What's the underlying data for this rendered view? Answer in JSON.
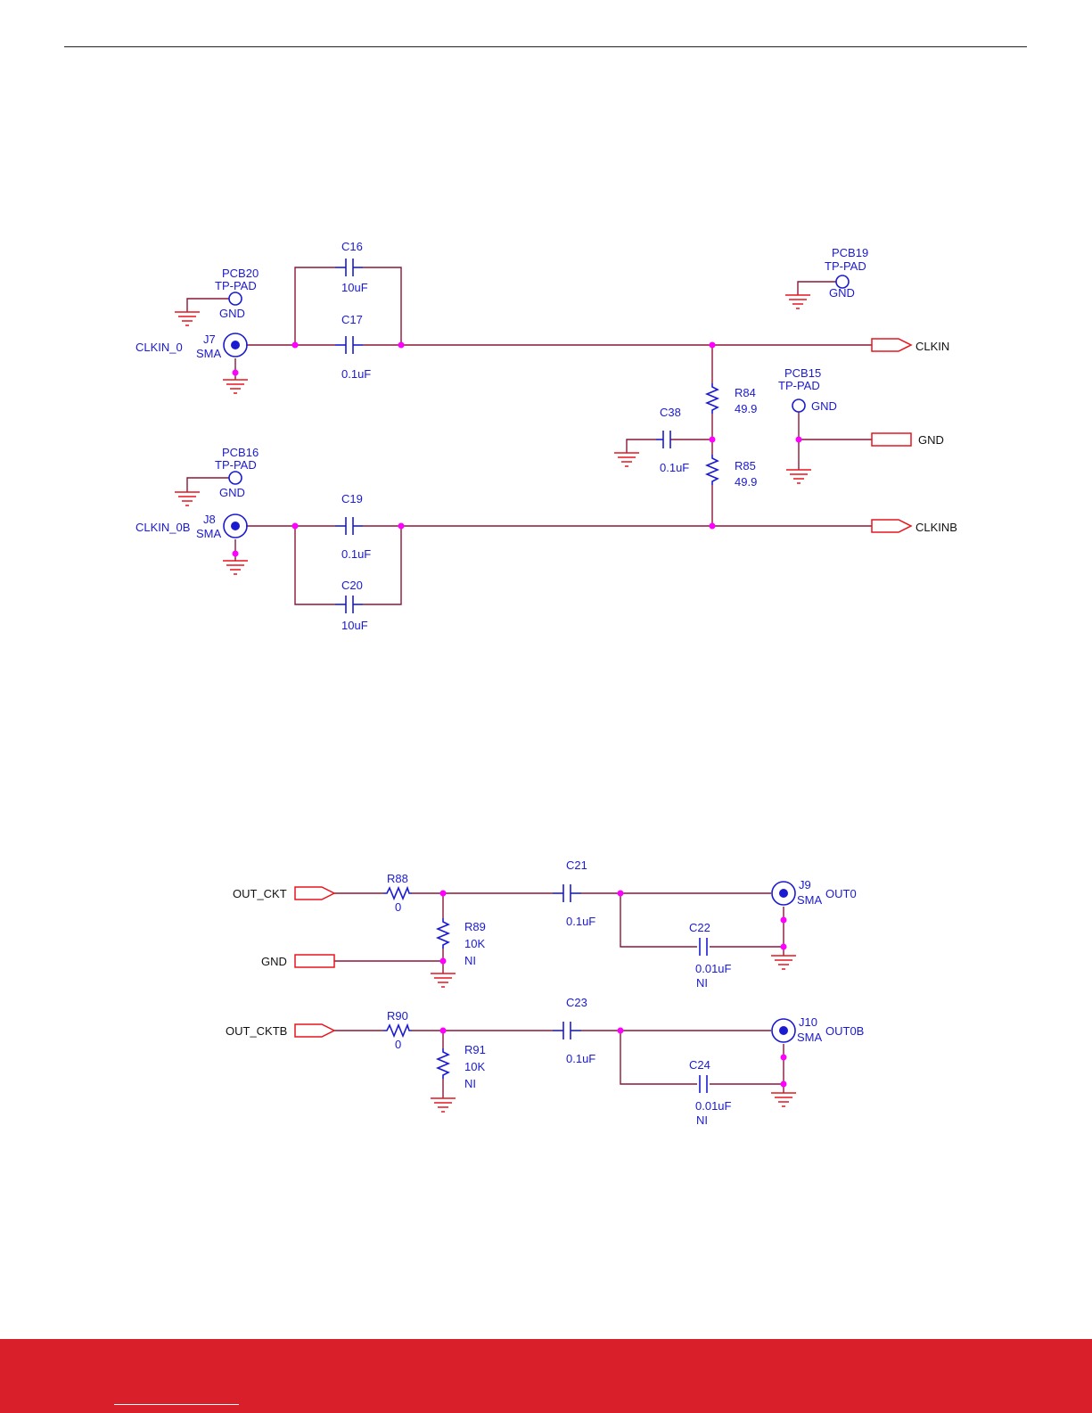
{
  "labels": {
    "c16": "C16",
    "c16v": "10uF",
    "c17": "C17",
    "c17v": "0.1uF",
    "c19": "C19",
    "c19v": "0.1uF",
    "c20": "C20",
    "c20v": "10uF",
    "c38": "C38",
    "c38v": "0.1uF",
    "r84": "R84",
    "r84v": "49.9",
    "r85": "R85",
    "r85v": "49.9",
    "pcb20": "PCB20",
    "pcb20t": "TP-PAD",
    "pcb20g": "GND",
    "pcb16": "PCB16",
    "pcb16t": "TP-PAD",
    "pcb16g": "GND",
    "pcb19": "PCB19",
    "pcb19t": "TP-PAD",
    "pcb19g": "GND",
    "pcb15": "PCB15",
    "pcb15t": "TP-PAD",
    "pcb15g": "GND",
    "j7": "J7",
    "j7t": "SMA",
    "j8": "J8",
    "j8t": "SMA",
    "clkin0": "CLKIN_0",
    "clkin0b": "CLKIN_0B",
    "clkin": "CLKIN",
    "clkinb": "CLKINB",
    "gnd_port": "GND",
    "out_ckt": "OUT_CKT",
    "out_cktb": "OUT_CKTB",
    "gnd_port2": "GND",
    "r88": "R88",
    "r88v": "0",
    "r89": "R89",
    "r89v": "10K",
    "r89n": "NI",
    "r90": "R90",
    "r90v": "0",
    "r91": "R91",
    "r91v": "10K",
    "r91n": "NI",
    "c21": "C21",
    "c21v": "0.1uF",
    "c22": "C22",
    "c22v": "0.01uF",
    "c22n": "NI",
    "c23": "C23",
    "c23v": "0.1uF",
    "c24": "C24",
    "c24v": "0.01uF",
    "c24n": "NI",
    "j9": "J9",
    "j9t": "SMA",
    "out0": "OUT0",
    "j10": "J10",
    "j10t": "SMA",
    "out0b": "OUT0B"
  }
}
